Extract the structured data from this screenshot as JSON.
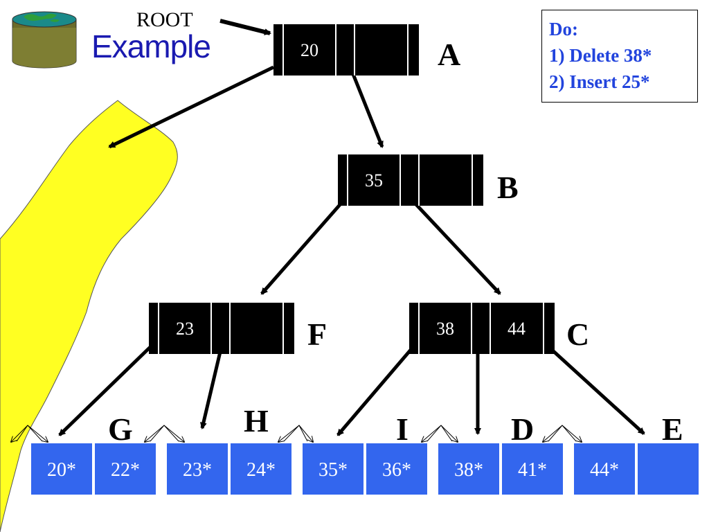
{
  "header": {
    "title": "Example",
    "root_label": "ROOT"
  },
  "todo": {
    "heading": "Do:",
    "steps": [
      "1)  Delete 38*",
      "2)  Insert 25*"
    ]
  },
  "colors": {
    "internal_node": "#000000",
    "leaf_node": "#3366ee",
    "accent_yellow": "#ffff22",
    "text_blue": "#2244dd",
    "title_blue": "#1a1ab0"
  },
  "tree": {
    "internal_nodes": [
      {
        "name": "A",
        "keys": [
          "20",
          ""
        ]
      },
      {
        "name": "B",
        "keys": [
          "35",
          ""
        ]
      },
      {
        "name": "F",
        "keys": [
          "23",
          ""
        ]
      },
      {
        "name": "C",
        "keys": [
          "38",
          "44"
        ]
      }
    ],
    "leaves": [
      {
        "name": "G",
        "keys": [
          "20*",
          "22*"
        ]
      },
      {
        "name": "H",
        "keys": [
          "23*",
          "24*"
        ]
      },
      {
        "name": "I",
        "keys": [
          "35*",
          "36*"
        ]
      },
      {
        "name": "D",
        "keys": [
          "38*",
          "41*"
        ]
      },
      {
        "name": "E",
        "keys": [
          "44*",
          ""
        ]
      }
    ]
  }
}
